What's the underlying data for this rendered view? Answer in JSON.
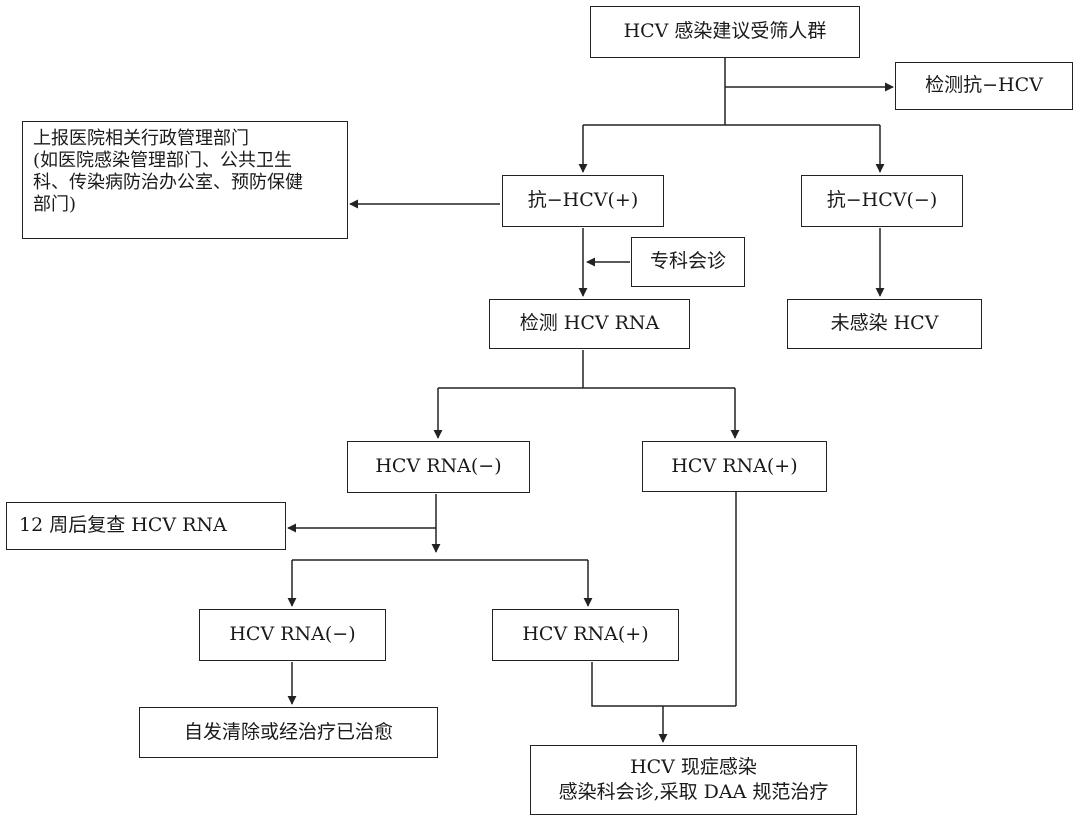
{
  "nodes": {
    "start": "HCV 感染建议受筛人群",
    "test_anti": "检测抗−HCV",
    "report_lines": [
      "上报医院相关行政管理部门",
      "(如医院感染管理部门、公共卫生",
      "科、传染病防治办公室、预防保健",
      "部门)"
    ],
    "anti_pos": "抗−HCV(+)",
    "anti_neg": "抗−HCV(−)",
    "consult": "专科会诊",
    "test_rna": "检测 HCV RNA",
    "not_infected": "未感染 HCV",
    "rna_neg_1": "HCV RNA(−)",
    "rna_pos_1": "HCV RNA(+)",
    "recheck": "12 周后复查 HCV RNA",
    "rna_neg_2": "HCV RNA(−)",
    "rna_pos_2": "HCV RNA(+)",
    "cured": "自发清除或经治疗已治愈",
    "current_line1": "HCV 现症感染",
    "current_line2": "感染科会诊,采取 DAA 规范治疗"
  }
}
